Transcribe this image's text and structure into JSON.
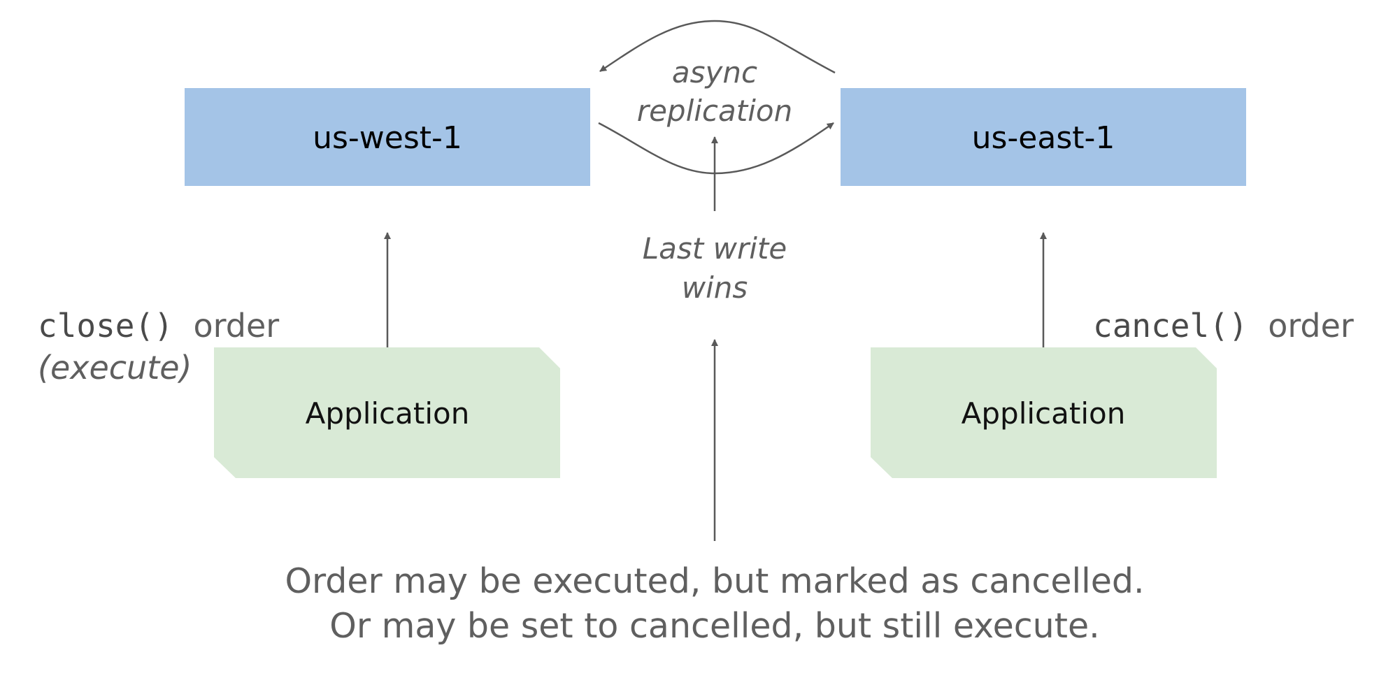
{
  "regions": {
    "west": {
      "label": "us-west-1",
      "color": "#a4c4e7"
    },
    "east": {
      "label": "us-east-1",
      "color": "#a4c4e7"
    }
  },
  "applications": {
    "west": {
      "label": "Application",
      "color": "#d9ead6"
    },
    "east": {
      "label": "Application",
      "color": "#d9ead6"
    }
  },
  "replication": {
    "line1": "async",
    "line2": "replication"
  },
  "conflict_rule": {
    "line1": "Last write",
    "line2": "wins"
  },
  "west_operation": {
    "code": "close()",
    "suffix": "order",
    "note": "(execute)"
  },
  "east_operation": {
    "code": "cancel()",
    "suffix": "order"
  },
  "caption": {
    "line1": "Order may be executed, but marked as cancelled.",
    "line2": "Or may be set to cancelled, but still execute."
  },
  "colors": {
    "line": "#595959",
    "text": "#5f5f5f"
  }
}
